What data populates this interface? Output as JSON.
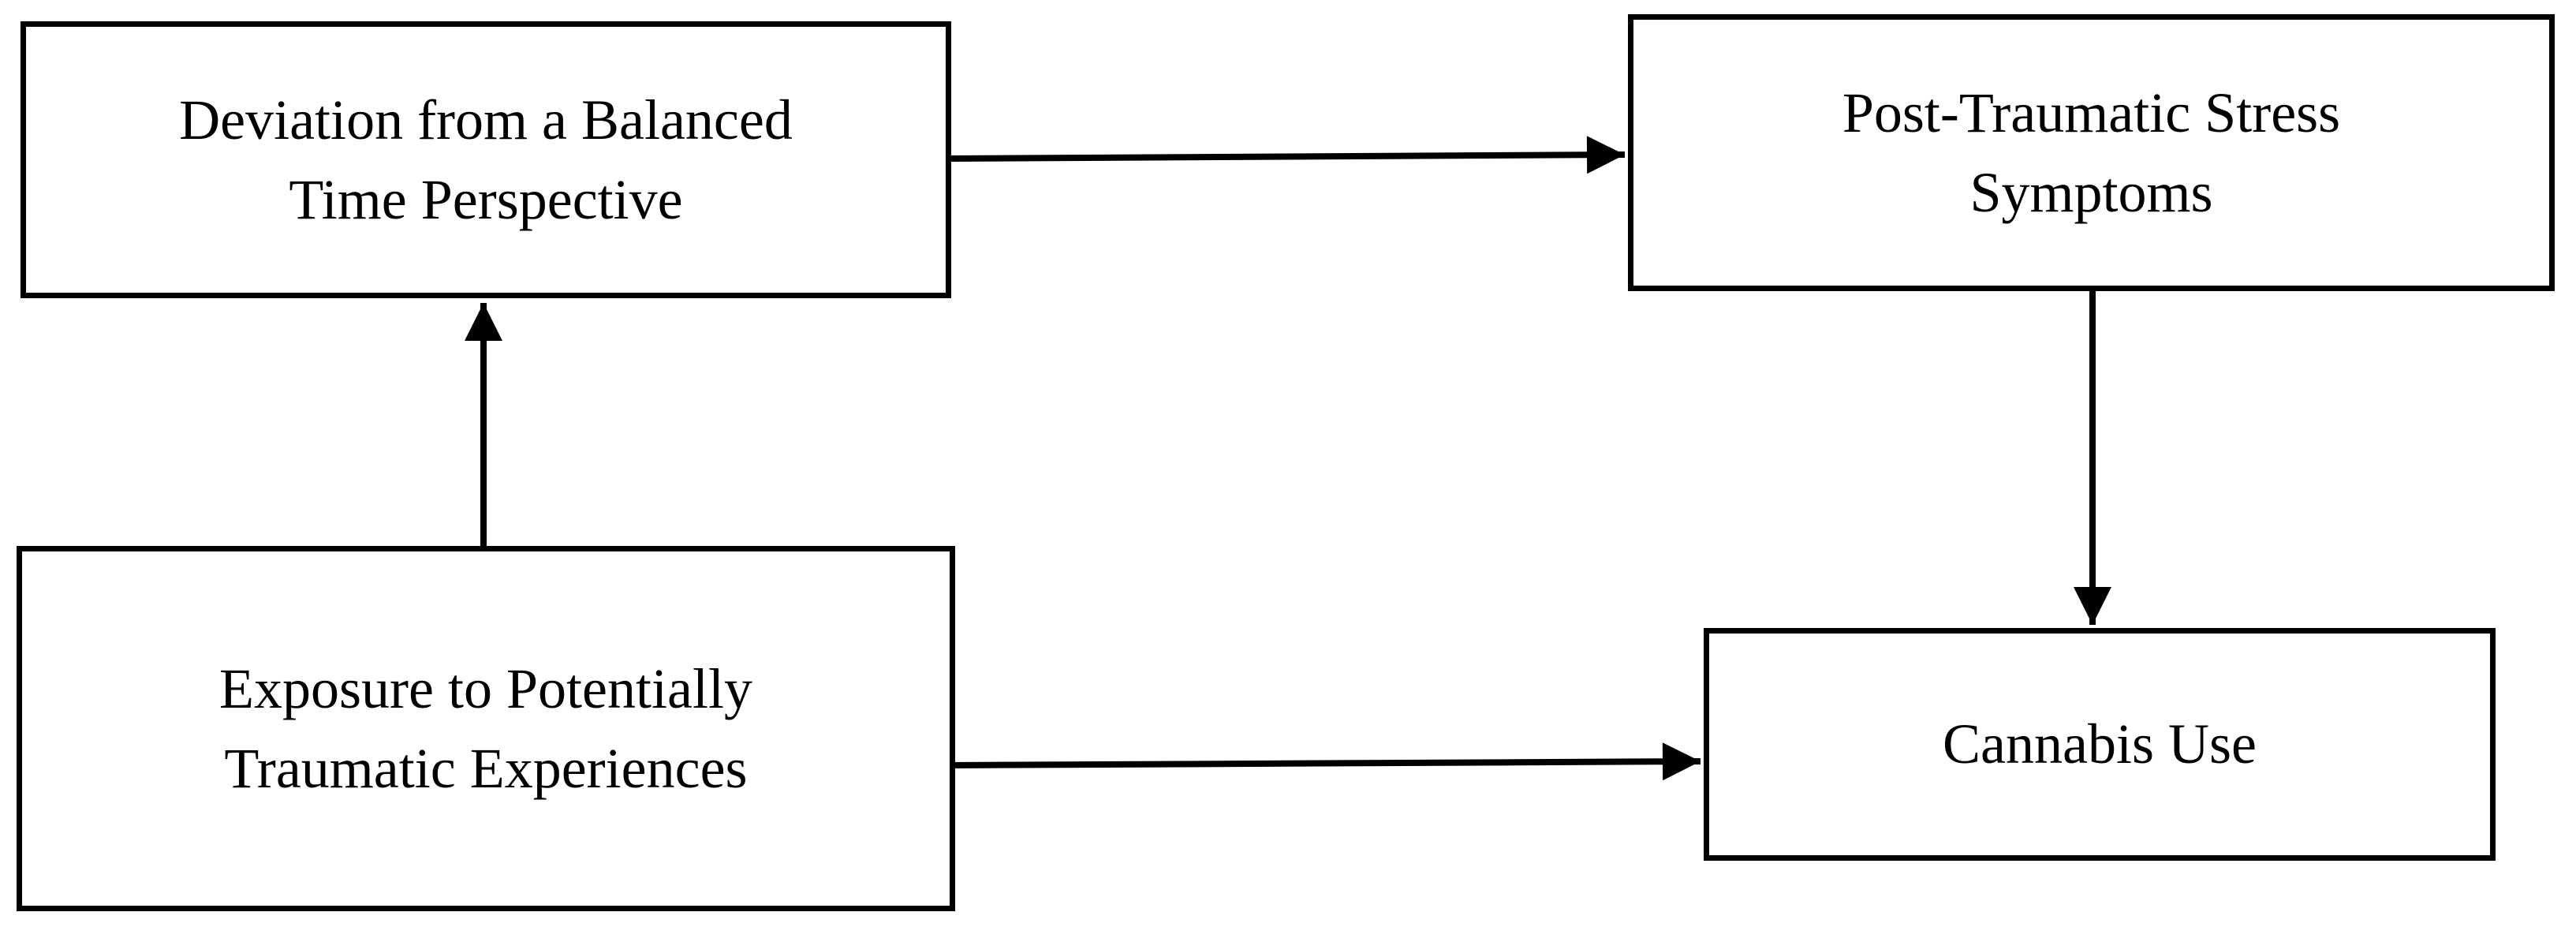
{
  "diagram": {
    "type": "path-model",
    "background_color": "#ffffff",
    "line_color": "#000000",
    "box_fill_color": "#ffffff",
    "nodes": [
      {
        "id": "deviation",
        "label": "Deviation from a Balanced\nTime Perspective"
      },
      {
        "id": "ptss",
        "label": "Post-Traumatic Stress\nSymptoms"
      },
      {
        "id": "exposure",
        "label": "Exposure to Potentially\nTraumatic Experiences"
      },
      {
        "id": "cannabis",
        "label": "Cannabis Use"
      }
    ],
    "edges": [
      {
        "from": "exposure",
        "to": "deviation",
        "direction": "up"
      },
      {
        "from": "deviation",
        "to": "ptss",
        "direction": "right"
      },
      {
        "from": "ptss",
        "to": "cannabis",
        "direction": "down"
      },
      {
        "from": "exposure",
        "to": "cannabis",
        "direction": "right"
      }
    ]
  }
}
